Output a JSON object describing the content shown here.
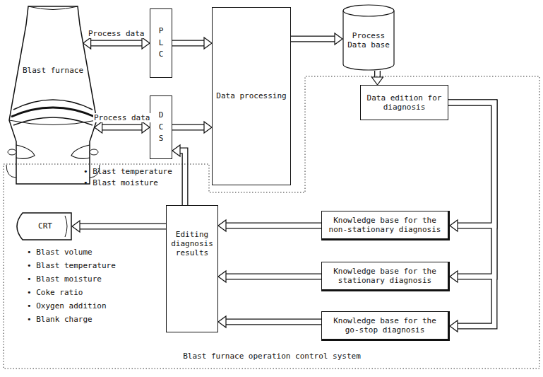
{
  "diagram": {
    "nodes": [
      {
        "text": [
          "Blast furnace"
        ]
      },
      {
        "text": [
          "PLC"
        ]
      },
      {
        "text": [
          "DCS"
        ]
      },
      {
        "text": [
          "Data processing"
        ]
      },
      {
        "text": [
          "Process Data base"
        ]
      },
      {
        "text": [
          "Blast furnace operation control system"
        ]
      },
      {
        "text": [
          "Data edition for diagnosis"
        ],
        "in": 5
      },
      {
        "text": [
          "Knowledge base for the non-stationary diagnosis"
        ],
        "in": 5
      },
      {
        "text": [
          "Knowledge base for the stationary diagnosis"
        ],
        "in": 5
      },
      {
        "text": [
          "Knowledge base for the go-stop diagnosis"
        ],
        "in": 5
      },
      {
        "text": [
          "Editing diagnosis results"
        ],
        "in": 5
      },
      {
        "text": [
          "CRT"
        ],
        "in": 5
      }
    ],
    "edges": [
      {
        "from": 0,
        "to": 1,
        "arrow": "both",
        "label": "Process data"
      },
      {
        "from": 0,
        "to": 2,
        "arrow": "both",
        "label": "Process data"
      },
      {
        "from": 1,
        "to": 3,
        "arrow": "to"
      },
      {
        "from": 2,
        "to": 3,
        "arrow": "to"
      },
      {
        "from": 3,
        "to": 4,
        "arrow": "to"
      },
      {
        "from": 4,
        "to": 6,
        "arrow": "to"
      },
      {
        "from": 6,
        "to": 7,
        "arrow": "to"
      },
      {
        "from": 6,
        "to": 8,
        "arrow": "to"
      },
      {
        "from": 6,
        "to": 9,
        "arrow": "to"
      },
      {
        "from": 7,
        "to": 10,
        "arrow": "to"
      },
      {
        "from": 8,
        "to": 10,
        "arrow": "to"
      },
      {
        "from": 9,
        "to": 10,
        "arrow": "to"
      },
      {
        "from": 10,
        "to": 11,
        "arrow": "to"
      },
      {
        "from": 10,
        "to": 2,
        "arrow": "to"
      }
    ],
    "labels": [
      "• Blast temperature",
      "• Blast moisture",
      "• Blast volume",
      "• Blast temperature",
      "• Blast moisture",
      "• Coke ratio",
      "• Oxygen addition",
      "• Blank charge"
    ]
  }
}
